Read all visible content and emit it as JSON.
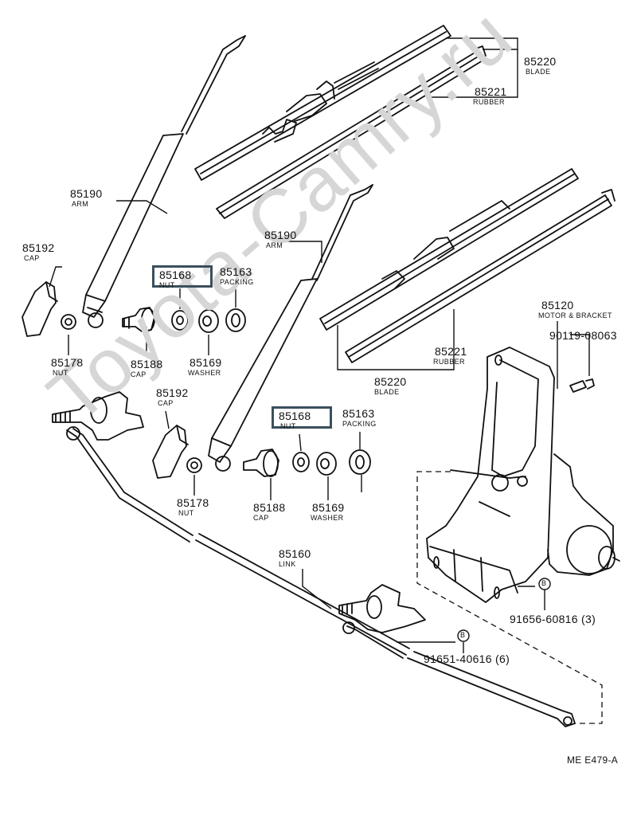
{
  "watermark": "Toyota-Camry.ru",
  "figure_code": "ME E479-A",
  "parts": {
    "blade_top": {
      "num": "85220",
      "name": "BLADE"
    },
    "rubber_top": {
      "num": "85221",
      "name": "RUBBER"
    },
    "arm_left": {
      "num": "85190",
      "name": "ARM"
    },
    "arm_right": {
      "num": "85190",
      "name": "ARM"
    },
    "cap_left": {
      "num": "85192",
      "name": "CAP"
    },
    "nut_hl_left": {
      "num": "85168",
      "name": "NUT"
    },
    "packing_left": {
      "num": "85163",
      "name": "PACKING"
    },
    "nut_left": {
      "num": "85178",
      "name": "NUT"
    },
    "cap2_left": {
      "num": "85188",
      "name": "CAP"
    },
    "washer_left": {
      "num": "85169",
      "name": "WASHER"
    },
    "motor": {
      "num": "85120",
      "name": "MOTOR & BRACKET"
    },
    "bolt": {
      "num": "90119-08063"
    },
    "rubber_right": {
      "num": "85221",
      "name": "RUBBER"
    },
    "blade_right": {
      "num": "85220",
      "name": "BLADE"
    },
    "cap_right": {
      "num": "85192",
      "name": "CAP"
    },
    "nut_hl_right": {
      "num": "85168",
      "name": "NUT"
    },
    "packing_right": {
      "num": "85163",
      "name": "PACKING"
    },
    "nut_right": {
      "num": "85178",
      "name": "NUT"
    },
    "cap2_right": {
      "num": "85188",
      "name": "CAP"
    },
    "washer_right": {
      "num": "85169",
      "name": "WASHER"
    },
    "link": {
      "num": "85160",
      "name": "LINK"
    },
    "screw_motor": {
      "num": "91656-60816",
      "qty": "(3)"
    },
    "screw_link": {
      "num": "91651-40616",
      "qty": "(6)"
    }
  },
  "markers": {
    "b": "B"
  }
}
